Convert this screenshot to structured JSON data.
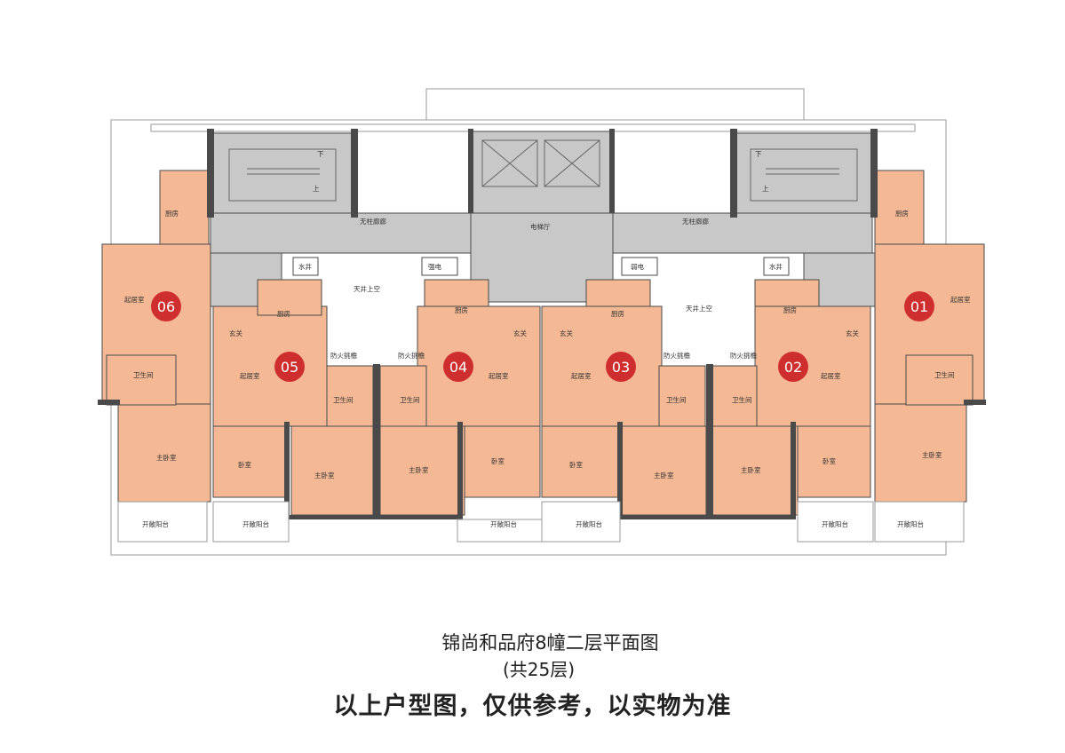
{
  "colors": {
    "unit_fill": "#f4b895",
    "core_fill": "#c8c8c8",
    "wall": "#4a4a4a",
    "badge": "#cf2e2e",
    "badge_text": "#ffffff",
    "line": "#9a9a9a"
  },
  "units": [
    {
      "id": "01",
      "label": "01"
    },
    {
      "id": "02",
      "label": "02"
    },
    {
      "id": "03",
      "label": "03"
    },
    {
      "id": "04",
      "label": "04"
    },
    {
      "id": "05",
      "label": "05"
    },
    {
      "id": "06",
      "label": "06"
    }
  ],
  "rooms": {
    "living": "起居室",
    "kitchen": "厨房",
    "master_bedroom": "主卧室",
    "bedroom": "卧室",
    "bathroom": "卫生间",
    "foyer": "玄关",
    "balcony": "开敞阳台",
    "corridor": "无柱廊廊",
    "elevator_hall": "电梯厅",
    "water_shaft": "水井",
    "elec_shaft": "强电",
    "weak_elec": "弱电",
    "atrium": "天井上空",
    "fire_ledge": "防火挑檐",
    "stair_down": "下",
    "stair_up": "上"
  },
  "title": {
    "line1": "锦尚和品府8幢二层平面图",
    "line2": "(共25层)",
    "line3": "以上户型图，仅供参考，以实物为准"
  }
}
